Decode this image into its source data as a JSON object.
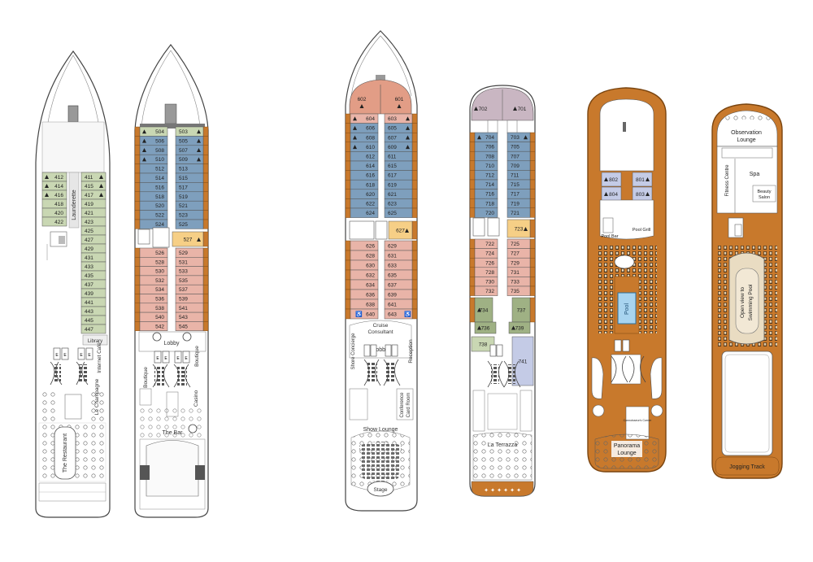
{
  "colors": {
    "blue": "#7e9fbd",
    "pink": "#e9b4a8",
    "green": "#c9d7b3",
    "dkgreen": "#9fb184",
    "yellow": "#f6cf86",
    "lavender": "#c4cbe6",
    "wood": "#c8792c",
    "woodDark": "#8a4e17",
    "outline": "#444444",
    "deck": "#f5f5f5",
    "mauve": "#c9b6c2",
    "salmon": "#e29d86"
  },
  "decks": [
    {
      "id": "deck4",
      "suitesLeft": [
        {
          "n": "412",
          "t": true
        },
        {
          "n": "414",
          "t": true
        },
        {
          "n": "416",
          "t": true
        },
        {
          "n": "418",
          "t": false
        },
        {
          "n": "420",
          "t": false
        },
        {
          "n": "422",
          "t": false
        }
      ],
      "suitesRight": [
        {
          "n": "411",
          "t": true
        },
        {
          "n": "415",
          "t": true
        },
        {
          "n": "417",
          "t": true
        },
        {
          "n": "419",
          "t": false
        },
        {
          "n": "421",
          "t": false
        },
        {
          "n": "423",
          "t": false
        },
        {
          "n": "425",
          "t": false
        },
        {
          "n": "427",
          "t": false
        },
        {
          "n": "429",
          "t": false
        },
        {
          "n": "431",
          "t": false
        },
        {
          "n": "433",
          "t": false
        },
        {
          "n": "435",
          "t": false
        },
        {
          "n": "437",
          "t": false
        },
        {
          "n": "439",
          "t": false
        },
        {
          "n": "441",
          "t": false
        },
        {
          "n": "443",
          "t": false
        },
        {
          "n": "445",
          "t": false
        },
        {
          "n": "447",
          "t": false
        }
      ],
      "labels": {
        "laundrette": "Launderette",
        "library": "Library",
        "internet": "Internet Café",
        "champagne": "Le Champagne",
        "restaurant": "The Restaurant"
      }
    },
    {
      "id": "deck5",
      "left": [
        {
          "n": "504",
          "t": true,
          "c": "green"
        },
        {
          "n": "506",
          "t": true,
          "c": "blue"
        },
        {
          "n": "508",
          "t": true,
          "c": "blue"
        },
        {
          "n": "510",
          "t": true,
          "c": "blue"
        },
        {
          "n": "512",
          "t": false,
          "c": "blue"
        },
        {
          "n": "514",
          "t": false,
          "c": "blue"
        },
        {
          "n": "516",
          "t": false,
          "c": "blue"
        },
        {
          "n": "518",
          "t": false,
          "c": "blue"
        },
        {
          "n": "520",
          "t": false,
          "c": "blue"
        },
        {
          "n": "522",
          "t": false,
          "c": "blue"
        },
        {
          "n": "524",
          "t": false,
          "c": "blue"
        }
      ],
      "right": [
        {
          "n": "503",
          "t": true,
          "c": "green"
        },
        {
          "n": "505",
          "t": true,
          "c": "blue"
        },
        {
          "n": "507",
          "t": true,
          "c": "blue"
        },
        {
          "n": "509",
          "t": true,
          "c": "blue"
        },
        {
          "n": "513",
          "t": false,
          "c": "blue"
        },
        {
          "n": "515",
          "t": false,
          "c": "blue"
        },
        {
          "n": "517",
          "t": false,
          "c": "blue"
        },
        {
          "n": "519",
          "t": false,
          "c": "blue"
        },
        {
          "n": "521",
          "t": false,
          "c": "blue"
        },
        {
          "n": "523",
          "t": false,
          "c": "blue"
        },
        {
          "n": "525",
          "t": false,
          "c": "blue"
        }
      ],
      "special": {
        "n": "527",
        "t": true
      },
      "left2": [
        "526",
        "528",
        "530",
        "532",
        "534",
        "536",
        "538",
        "540",
        "542"
      ],
      "right2": [
        "529",
        "531",
        "533",
        "535",
        "537",
        "539",
        "541",
        "543",
        "545"
      ],
      "labels": {
        "lobby": "Lobby",
        "boutiqueL": "Boutique",
        "boutiqueR": "Boutique",
        "casino": "Casino",
        "bar": "The Bar"
      }
    },
    {
      "id": "deck6",
      "bow": [
        {
          "n": "602",
          "t": true
        },
        {
          "n": "601",
          "t": true
        }
      ],
      "left": [
        {
          "n": "604",
          "t": true,
          "c": "pink"
        },
        {
          "n": "606",
          "t": true,
          "c": "blue"
        },
        {
          "n": "608",
          "t": true,
          "c": "blue"
        },
        {
          "n": "610",
          "t": true,
          "c": "blue"
        },
        {
          "n": "612",
          "t": false,
          "c": "blue"
        },
        {
          "n": "614",
          "t": false,
          "c": "blue"
        },
        {
          "n": "616",
          "t": false,
          "c": "blue"
        },
        {
          "n": "618",
          "t": false,
          "c": "blue"
        },
        {
          "n": "620",
          "t": false,
          "c": "blue"
        },
        {
          "n": "622",
          "t": false,
          "c": "blue"
        },
        {
          "n": "624",
          "t": false,
          "c": "blue"
        }
      ],
      "right": [
        {
          "n": "603",
          "t": true,
          "c": "pink"
        },
        {
          "n": "605",
          "t": true,
          "c": "blue"
        },
        {
          "n": "607",
          "t": true,
          "c": "blue"
        },
        {
          "n": "609",
          "t": true,
          "c": "blue"
        },
        {
          "n": "611",
          "t": false,
          "c": "blue"
        },
        {
          "n": "615",
          "t": false,
          "c": "blue"
        },
        {
          "n": "617",
          "t": false,
          "c": "blue"
        },
        {
          "n": "619",
          "t": false,
          "c": "blue"
        },
        {
          "n": "621",
          "t": false,
          "c": "blue"
        },
        {
          "n": "623",
          "t": false,
          "c": "blue"
        },
        {
          "n": "625",
          "t": false,
          "c": "blue"
        }
      ],
      "special": {
        "n": "627",
        "t": true
      },
      "left2": [
        "626",
        "628",
        "630",
        "632",
        "634",
        "636",
        "638",
        "640"
      ],
      "right2": [
        "629",
        "631",
        "633",
        "635",
        "637",
        "639",
        "641",
        "643"
      ],
      "labels": {
        "cruise": "Cruise",
        "consultant": "Consultant",
        "lobby": "Lobby",
        "shoreConcierge": "Shore Concierge",
        "reception": "Reception",
        "conference": "Conference",
        "cardRoom": "Card Room",
        "showLounge": "Show Lounge",
        "stage": "Stage"
      }
    },
    {
      "id": "deck7",
      "bow": [
        {
          "n": "702",
          "t": true
        },
        {
          "n": "701",
          "t": true
        }
      ],
      "left": [
        {
          "n": "704",
          "t": true
        },
        {
          "n": "706",
          "t": false
        },
        {
          "n": "708",
          "t": false
        },
        {
          "n": "710",
          "t": false
        },
        {
          "n": "712",
          "t": false
        },
        {
          "n": "714",
          "t": false
        },
        {
          "n": "716",
          "t": false
        },
        {
          "n": "718",
          "t": false
        },
        {
          "n": "720",
          "t": false
        }
      ],
      "right": [
        {
          "n": "703",
          "t": true
        },
        {
          "n": "705",
          "t": false
        },
        {
          "n": "707",
          "t": false
        },
        {
          "n": "709",
          "t": false
        },
        {
          "n": "711",
          "t": false
        },
        {
          "n": "715",
          "t": false
        },
        {
          "n": "717",
          "t": false
        },
        {
          "n": "719",
          "t": false
        },
        {
          "n": "721",
          "t": false
        }
      ],
      "special": {
        "n": "723",
        "t": true
      },
      "left2": [
        "722",
        "724",
        "726",
        "728",
        "730",
        "732"
      ],
      "right2": [
        "725",
        "727",
        "729",
        "731",
        "733",
        "735"
      ],
      "greens": [
        {
          "n": "734",
          "t": true
        },
        {
          "n": "737",
          "t": false
        },
        {
          "n": "736",
          "t": true
        },
        {
          "n": "739",
          "t": true
        },
        {
          "n": "738",
          "t": false
        }
      ],
      "lav": {
        "n": "741",
        "t": false
      },
      "labels": {
        "terrazza": "La Terrazza"
      }
    },
    {
      "id": "deck8",
      "suites": [
        {
          "n": "802",
          "t": true
        },
        {
          "n": "801",
          "t": true
        },
        {
          "n": "804",
          "t": true
        },
        {
          "n": "803",
          "t": true
        }
      ],
      "labels": {
        "poolBar": "Pool Bar",
        "poolGrill": "Pool Grill",
        "pool": "Pool",
        "panorama": "Panorama",
        "lounge": "Lounge",
        "connoisseur": "Connoisseur's Corner"
      }
    },
    {
      "id": "deck9",
      "labels": {
        "observation": "Observation",
        "observationLounge": "Lounge",
        "spa": "Spa",
        "fitness": "Fitness Centre",
        "beauty": "Beauty",
        "salon": "Salon",
        "openView": "Open view to",
        "swimmingPool": "Swimming Pool",
        "jogging": "Jogging Track"
      }
    }
  ]
}
